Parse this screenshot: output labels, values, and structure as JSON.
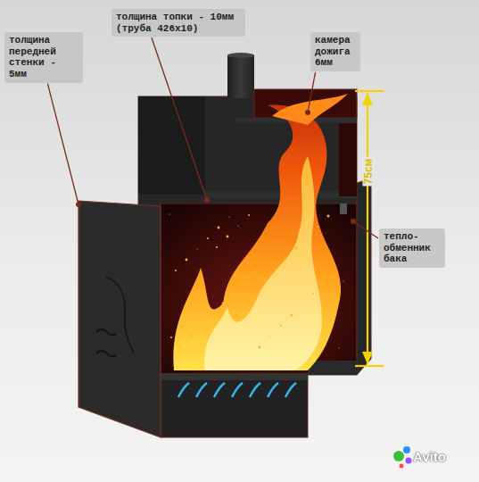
{
  "diagram": {
    "nodes": [
      {
        "text": [
          "толщина передней стенки - 5мм"
        ]
      },
      {
        "text": [
          "толщина топки - 10мм (труба 426х10)"
        ]
      },
      {
        "text": [
          "камера дожига 6мм"
        ]
      },
      {
        "text": [
          "тепло-обменник бака"
        ]
      }
    ],
    "labels": [
      "75см",
      "Avito"
    ]
  }
}
